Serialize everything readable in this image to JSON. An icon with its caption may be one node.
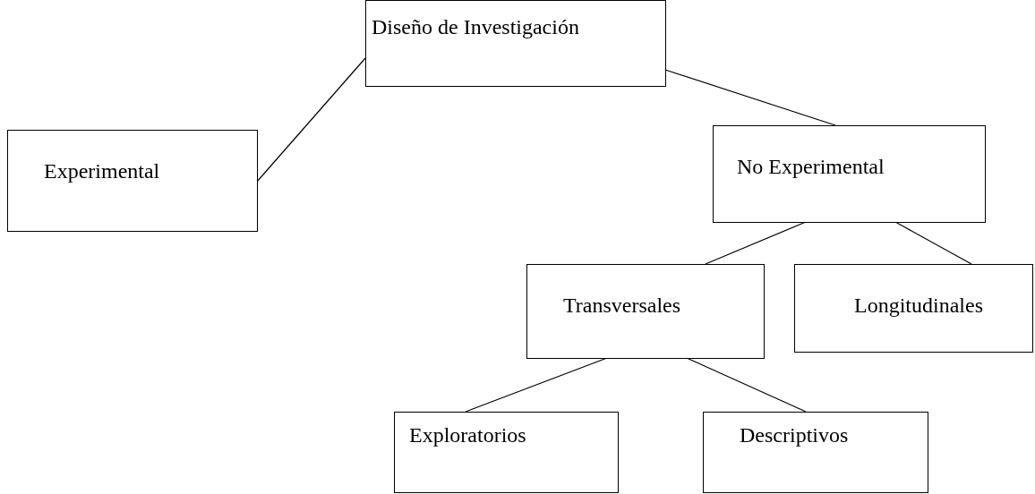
{
  "diagram": {
    "nodes": [
      {
        "text": [
          "Diseño de Investigación"
        ]
      },
      {
        "text": [
          "Experimental"
        ]
      },
      {
        "text": [
          "No Experimental"
        ]
      },
      {
        "text": [
          "Transversales"
        ]
      },
      {
        "text": [
          "Longitudinales"
        ]
      },
      {
        "text": [
          "Exploratorios"
        ]
      },
      {
        "text": [
          "Descriptivos"
        ]
      }
    ],
    "edges": [
      {
        "from": 0,
        "to": 1,
        "arrow": "none"
      },
      {
        "from": 0,
        "to": 2,
        "arrow": "none"
      },
      {
        "from": 2,
        "to": 3,
        "arrow": "none"
      },
      {
        "from": 2,
        "to": 4,
        "arrow": "none"
      },
      {
        "from": 3,
        "to": 5,
        "arrow": "none"
      },
      {
        "from": 3,
        "to": 6,
        "arrow": "none"
      }
    ]
  }
}
